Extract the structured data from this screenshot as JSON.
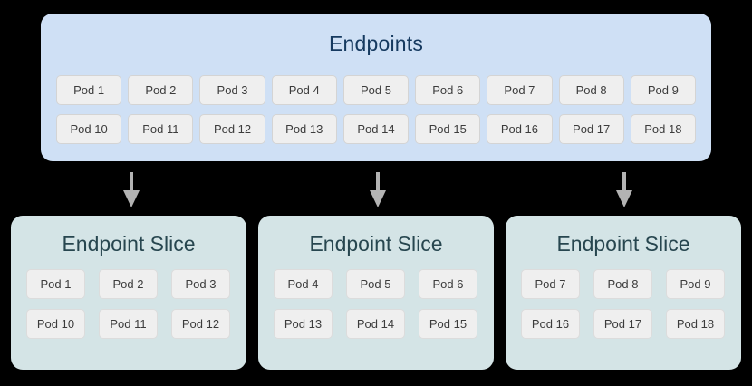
{
  "colors": {
    "background": "#000000",
    "endpoints_panel_bg": "#cfe0f5",
    "endpoints_title_color": "#163a60",
    "slice_card_bg": "#d4e4e6",
    "slice_title_color": "#27464f",
    "pod_chip_bg": "#efefef",
    "pod_chip_border": "#d4d4d4",
    "pod_text_color": "#3c3c3c",
    "arrow_color": "#b3b3b3"
  },
  "endpoints": {
    "title": "Endpoints",
    "rows": [
      [
        "Pod 1",
        "Pod 2",
        "Pod 3",
        "Pod 4",
        "Pod 5",
        "Pod 6",
        "Pod 7",
        "Pod 8",
        "Pod 9"
      ],
      [
        "Pod 10",
        "Pod 11",
        "Pod 12",
        "Pod 13",
        "Pod 14",
        "Pod 15",
        "Pod 16",
        "Pod 17",
        "Pod 18"
      ]
    ]
  },
  "arrows": [
    {
      "name": "arrow-to-slice-1",
      "icon": "arrow-down-icon"
    },
    {
      "name": "arrow-to-slice-2",
      "icon": "arrow-down-icon"
    },
    {
      "name": "arrow-to-slice-3",
      "icon": "arrow-down-icon"
    }
  ],
  "slices": [
    {
      "title": "Endpoint Slice",
      "rows": [
        [
          "Pod 1",
          "Pod 2",
          "Pod 3"
        ],
        [
          "Pod 10",
          "Pod 11",
          "Pod 12"
        ]
      ]
    },
    {
      "title": "Endpoint Slice",
      "rows": [
        [
          "Pod 4",
          "Pod 5",
          "Pod 6"
        ],
        [
          "Pod 13",
          "Pod 14",
          "Pod 15"
        ]
      ]
    },
    {
      "title": "Endpoint Slice",
      "rows": [
        [
          "Pod 7",
          "Pod 8",
          "Pod 9"
        ],
        [
          "Pod 16",
          "Pod 17",
          "Pod 18"
        ]
      ]
    }
  ]
}
